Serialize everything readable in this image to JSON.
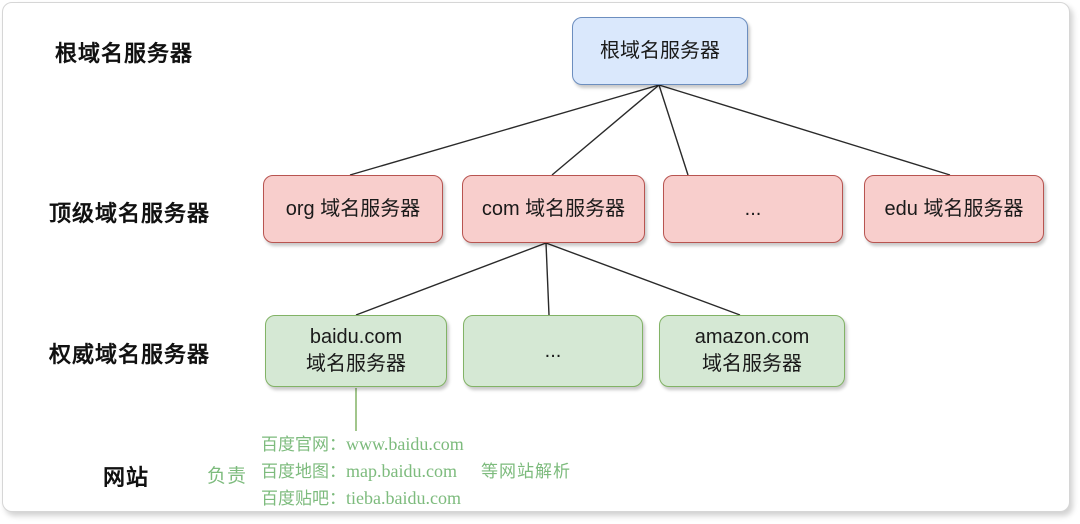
{
  "row_labels": {
    "root": "根域名服务器",
    "tld": "顶级域名服务器",
    "auth": "权威域名服务器",
    "site": "网站"
  },
  "nodes": {
    "root": {
      "label": "根域名服务器"
    },
    "tld": [
      {
        "label": "org 域名服务器"
      },
      {
        "label": "com 域名服务器"
      },
      {
        "label": "..."
      },
      {
        "label": "edu 域名服务器"
      }
    ],
    "auth": [
      {
        "line1": "baidu.com",
        "line2": "域名服务器"
      },
      {
        "line1": "..."
      },
      {
        "line1": "amazon.com",
        "line2": "域名服务器"
      }
    ]
  },
  "website": {
    "duty_label": "负责",
    "entries": [
      {
        "name": "百度官网：",
        "domain": "www.baidu.com"
      },
      {
        "name": "百度地图：",
        "domain": "map.baidu.com"
      },
      {
        "name": "百度贴吧：",
        "domain": "tieba.baidu.com"
      }
    ],
    "suffix": "等网站解析"
  },
  "colors": {
    "root_fill": "#dae8fc",
    "root_border": "#6c8ebf",
    "tld_fill": "#f8cecc",
    "tld_border": "#b85450",
    "auth_fill": "#d5e8d4",
    "auth_border": "#82b366",
    "connector": "#2a2a2a",
    "green_text": "#7dbb7d"
  }
}
